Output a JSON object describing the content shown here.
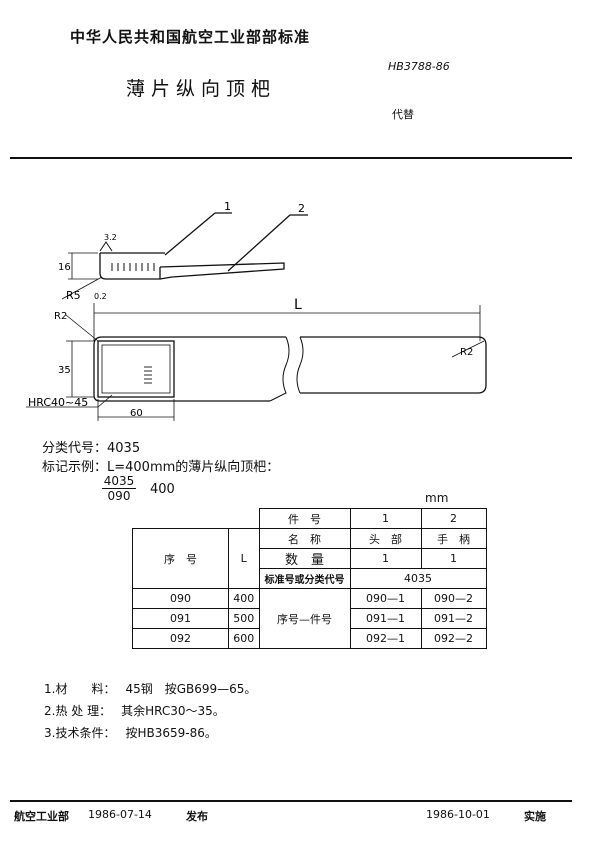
{
  "header": {
    "org_title": "中华人民共和国航空工业部部标准",
    "standard_no": "HB3788-86",
    "doc_title": "薄片纵向顶杷",
    "replaces": "代替"
  },
  "drawing": {
    "callout_1": "1",
    "callout_2": "2",
    "roughness": "3.2",
    "dim_16": "16",
    "r5": "R5",
    "r2_top": "R2",
    "roughness_small": "0.2",
    "dim_L": "L",
    "r2_end": "R2",
    "dim_35": "35",
    "hardness": "HRC40~45",
    "dim_60": "60"
  },
  "class_code": "分类代号：4035",
  "mark_example": "标记示例：L=400mm的薄片纵向顶杷：",
  "mark": {
    "numerator": "4035",
    "denominator": "090",
    "value": "400"
  },
  "unit": "mm",
  "table": {
    "item_no_label": "件　号",
    "name_label": "名　称",
    "qty_label": "数　量",
    "std_label": "标准号或分类代号",
    "seq_label": "序　号",
    "L_label": "L",
    "part_no_label": "序号—件号",
    "parts": [
      {
        "no": "1",
        "name": "头　部",
        "qty": "1"
      },
      {
        "no": "2",
        "name": "手　柄",
        "qty": "1"
      }
    ],
    "std_code": "4035",
    "rows": [
      {
        "seq": "090",
        "L": "400",
        "p1": "090—1",
        "p2": "090—2"
      },
      {
        "seq": "091",
        "L": "500",
        "p1": "091—1",
        "p2": "091—2"
      },
      {
        "seq": "092",
        "L": "600",
        "p1": "092—1",
        "p2": "092—2"
      }
    ]
  },
  "notes": [
    {
      "label": "1.材　　料：",
      "value": "45钢　按GB699—65。"
    },
    {
      "label": "2.热 处 理：",
      "value": "其余HRC30～35。"
    },
    {
      "label": "3.技术条件：",
      "value": "按HB3659-86。"
    }
  ],
  "footer": {
    "issuer": "航空工业部",
    "issue_date": "1986-07-14",
    "issue_label": "发布",
    "impl_date": "1986-10-01",
    "impl_label": "实施"
  }
}
